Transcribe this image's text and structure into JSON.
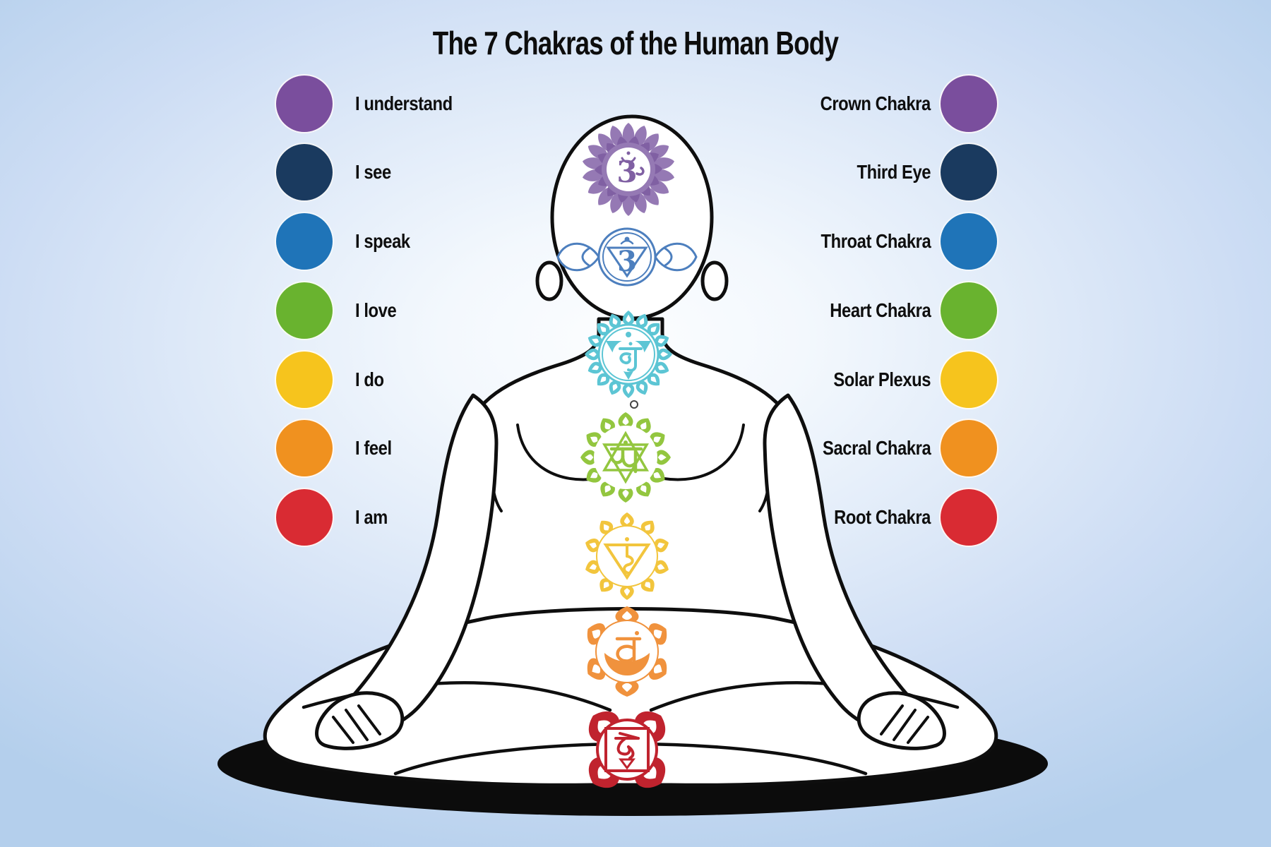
{
  "title": "The 7 Chakras of the Human Body",
  "colors": {
    "background_corner": "#b4cfec",
    "background_center": "#fcfdff",
    "figure_outline": "#0e0e0e",
    "figure_fill": "#ffffff",
    "shadow": "#0c0c0c",
    "text": "#0d0d0d"
  },
  "chakras": [
    {
      "id": "crown",
      "affirmation": "I understand",
      "name": "Crown Chakra",
      "dot_color": "#7a4e9d",
      "symbol_color": "#9579b4",
      "symbol_color_dark": "#8060a3",
      "seed_numeral": "3"
    },
    {
      "id": "third-eye",
      "affirmation": "I see",
      "name": "Third Eye",
      "dot_color": "#1a3a5f",
      "symbol_color": "#4d7fbe",
      "seed_numeral": "3"
    },
    {
      "id": "throat",
      "affirmation": "I speak",
      "name": "Throat Chakra",
      "dot_color": "#1f74b8",
      "symbol_color": "#5cc5d4"
    },
    {
      "id": "heart",
      "affirmation": "I love",
      "name": "Heart Chakra",
      "dot_color": "#69b32f",
      "symbol_color": "#93c63f"
    },
    {
      "id": "solar-plexus",
      "affirmation": "I do",
      "name": "Solar Plexus",
      "dot_color": "#f6c41d",
      "symbol_color": "#f2c53d"
    },
    {
      "id": "sacral",
      "affirmation": "I feel",
      "name": "Sacral Chakra",
      "dot_color": "#f0911f",
      "symbol_color": "#f0923d"
    },
    {
      "id": "root",
      "affirmation": "I am",
      "name": "Root Chakra",
      "dot_color": "#d92b33",
      "symbol_color": "#c0232e"
    }
  ]
}
